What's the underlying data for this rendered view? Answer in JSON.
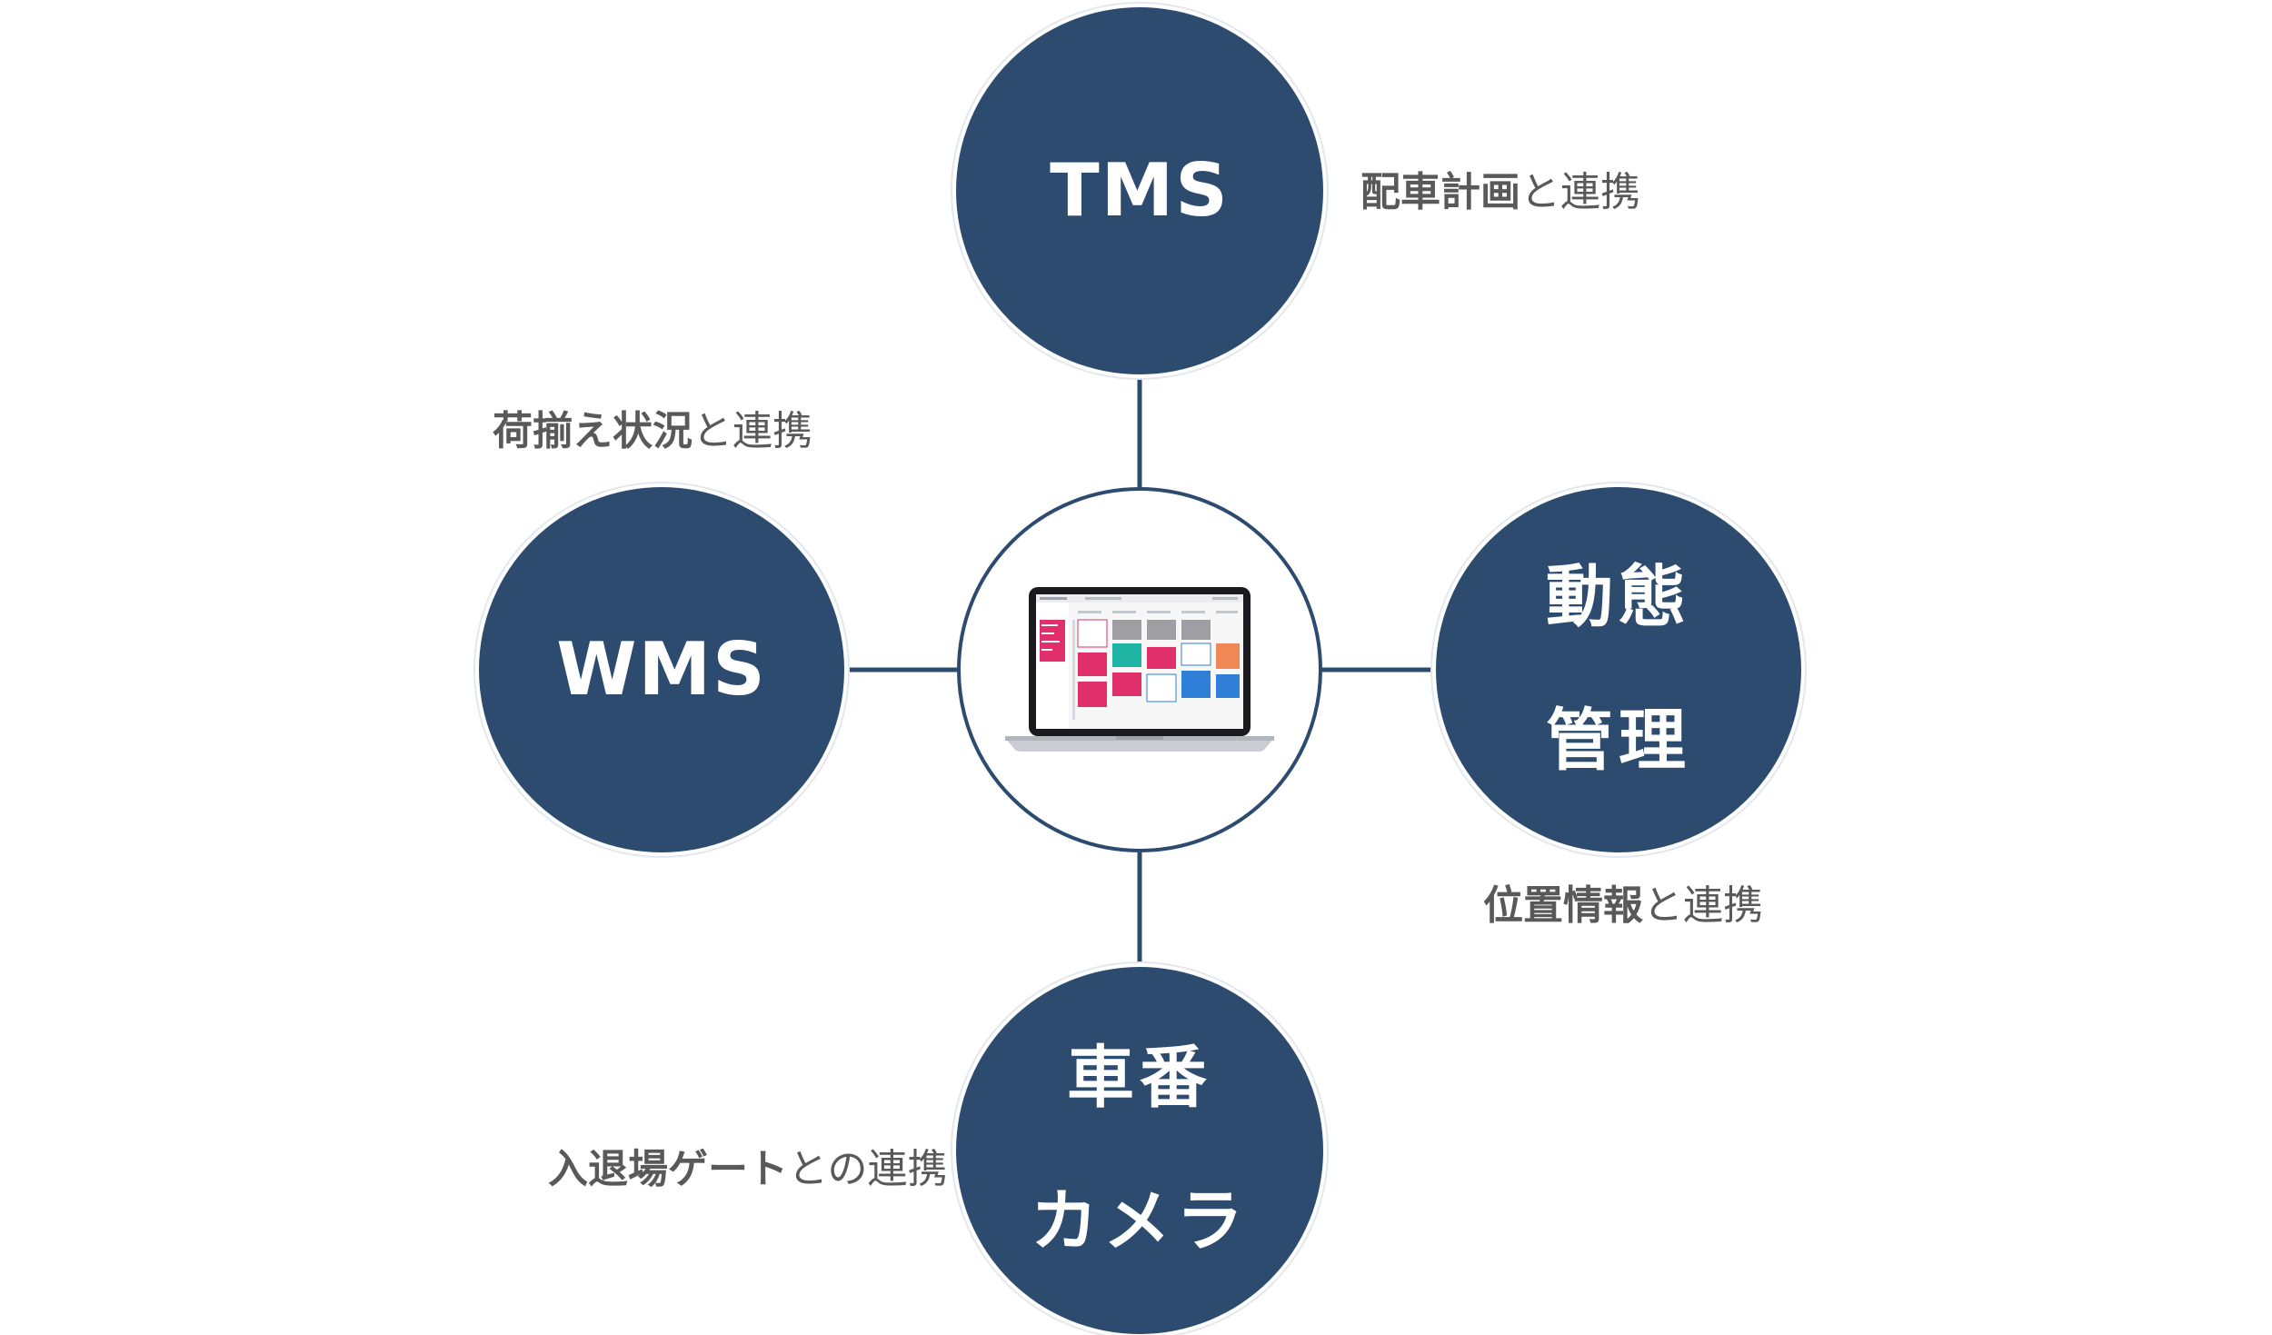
{
  "hub": {
    "image": "laptop-dashboard-screenshot"
  },
  "nodes": {
    "tms": {
      "label": "TMS"
    },
    "wms": {
      "label": "WMS"
    },
    "dynamics": {
      "line1": "動態",
      "line2": "管理"
    },
    "plate_camera": {
      "line1": "車番",
      "line2": "カメラ"
    }
  },
  "captions": {
    "tms": {
      "strong": "配車計画",
      "light": "と連携"
    },
    "wms": {
      "strong": "荷揃え状況",
      "light": "と連携"
    },
    "dynamics": {
      "strong": "位置情報",
      "light": "と連携"
    },
    "plate_camera": {
      "strong": "入退場ゲート",
      "light": "との連携"
    }
  },
  "colors": {
    "node_fill": "#2d4b6e",
    "connector": "#2d4b6e",
    "caption_text": "#595959"
  }
}
